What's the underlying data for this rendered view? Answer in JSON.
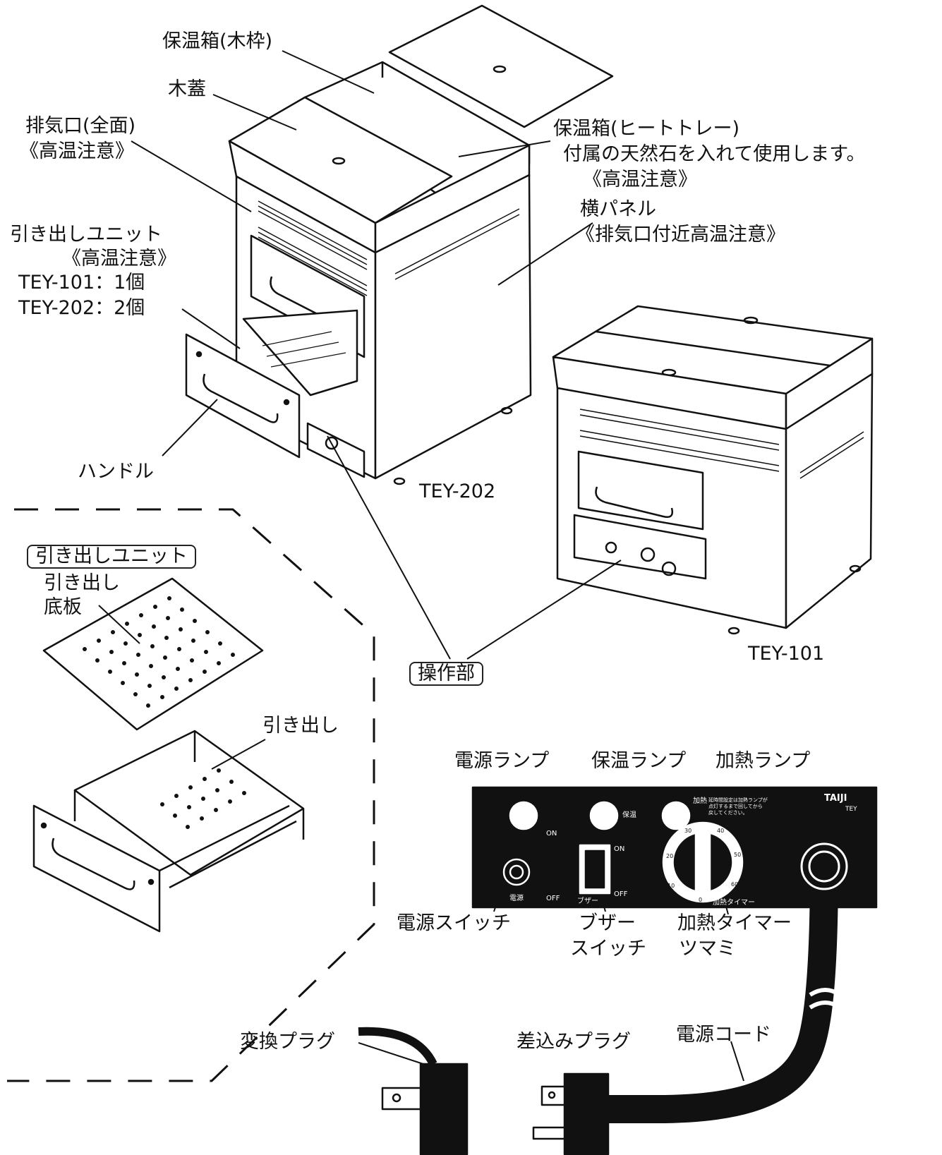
{
  "labels": {
    "hoonbako_wood": "保温箱(木枠)",
    "mokubuta": "木蓋",
    "haikiguchi": "排気口(全面)",
    "haikiguchi_note": "《高温注意》",
    "heat_tray": "保温箱(ヒートトレー)",
    "heat_tray_note1": "付属の天然石を入れて使用します。",
    "heat_tray_note2": "《高温注意》",
    "side_panel": "横パネル",
    "side_panel_note": "《排気口付近高温注意》",
    "drawer_unit": "引き出しユニット",
    "drawer_unit_note": "《高温注意》",
    "count_101": "TEY-101：1個",
    "count_202": "TEY-202：2個",
    "handle": "ハンドル",
    "model_202": "TEY-202",
    "model_101": "TEY-101",
    "drawer_unit_box": "引き出しユニット",
    "drawer_bottom_1": "引き出し",
    "drawer_bottom_2": "底板",
    "drawer": "引き出し",
    "control": "操作部",
    "power_lamp": "電源ランプ",
    "keep_lamp": "保温ランプ",
    "heat_lamp": "加熱ランプ",
    "power_switch": "電源スイッチ",
    "buzzer_switch_1": "ブザー",
    "buzzer_switch_2": "スイッチ",
    "timer_knob_1": "加熱タイマー",
    "timer_knob_2": "ツマミ",
    "adapter_plug": "変換プラグ",
    "plug": "差込みプラグ",
    "power_cord": "電源コード"
  },
  "panel": {
    "brand": "TAIJI",
    "model": "TEY",
    "keep": "保温",
    "heat": "加熱",
    "on1": "ON",
    "off1": "OFF",
    "on2": "ON",
    "off2": "OFF",
    "power": "電源",
    "buzzer": "ブザー",
    "timer": "加熱タイマー",
    "note1": "延時間設定は加熱ランプが",
    "note2": "点灯するまで回してから",
    "note3": "戻してください。",
    "dial_marks": [
      "0",
      "10",
      "20",
      "30",
      "40",
      "50",
      "60"
    ]
  }
}
